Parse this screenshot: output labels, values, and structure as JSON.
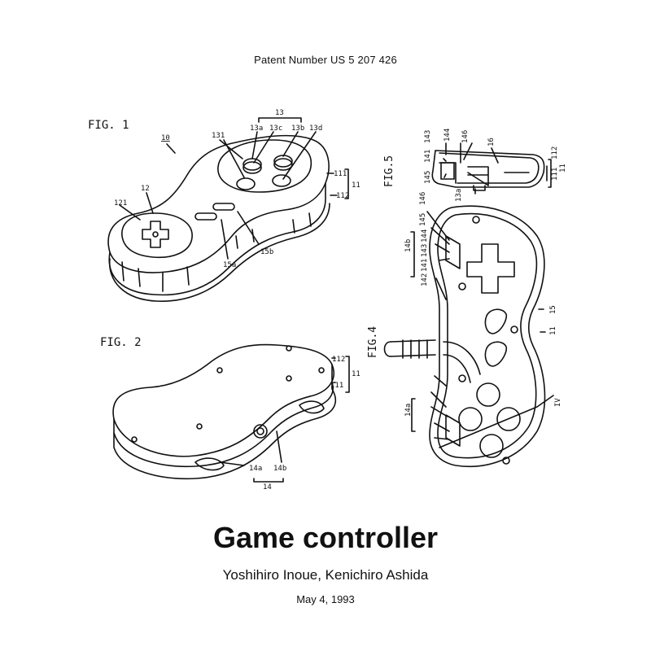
{
  "header": {
    "patent_number": "Patent Number US 5 207 426"
  },
  "figures": {
    "fig1": {
      "label": "FIG. 1",
      "refs": [
        "10",
        "12",
        "121",
        "13",
        "131",
        "13a",
        "13b",
        "13c",
        "13d",
        "15a",
        "15b",
        "111",
        "112",
        "11"
      ]
    },
    "fig2": {
      "label": "FIG. 2",
      "refs": [
        "112",
        "111",
        "11",
        "14a",
        "14b",
        "14"
      ]
    },
    "fig4": {
      "label": "FIG.4",
      "refs": [
        "146",
        "145",
        "144",
        "143",
        "141",
        "142",
        "14b",
        "14a",
        "15",
        "11",
        "IV"
      ]
    },
    "fig5": {
      "label": "FIG.5",
      "refs": [
        "143",
        "144",
        "146",
        "16",
        "141",
        "145",
        "13a",
        "112",
        "111",
        "11"
      ]
    }
  },
  "title": "Game controller",
  "inventors": "Yoshihiro Inoue, Kenichiro Ashida",
  "date": "May 4, 1993"
}
